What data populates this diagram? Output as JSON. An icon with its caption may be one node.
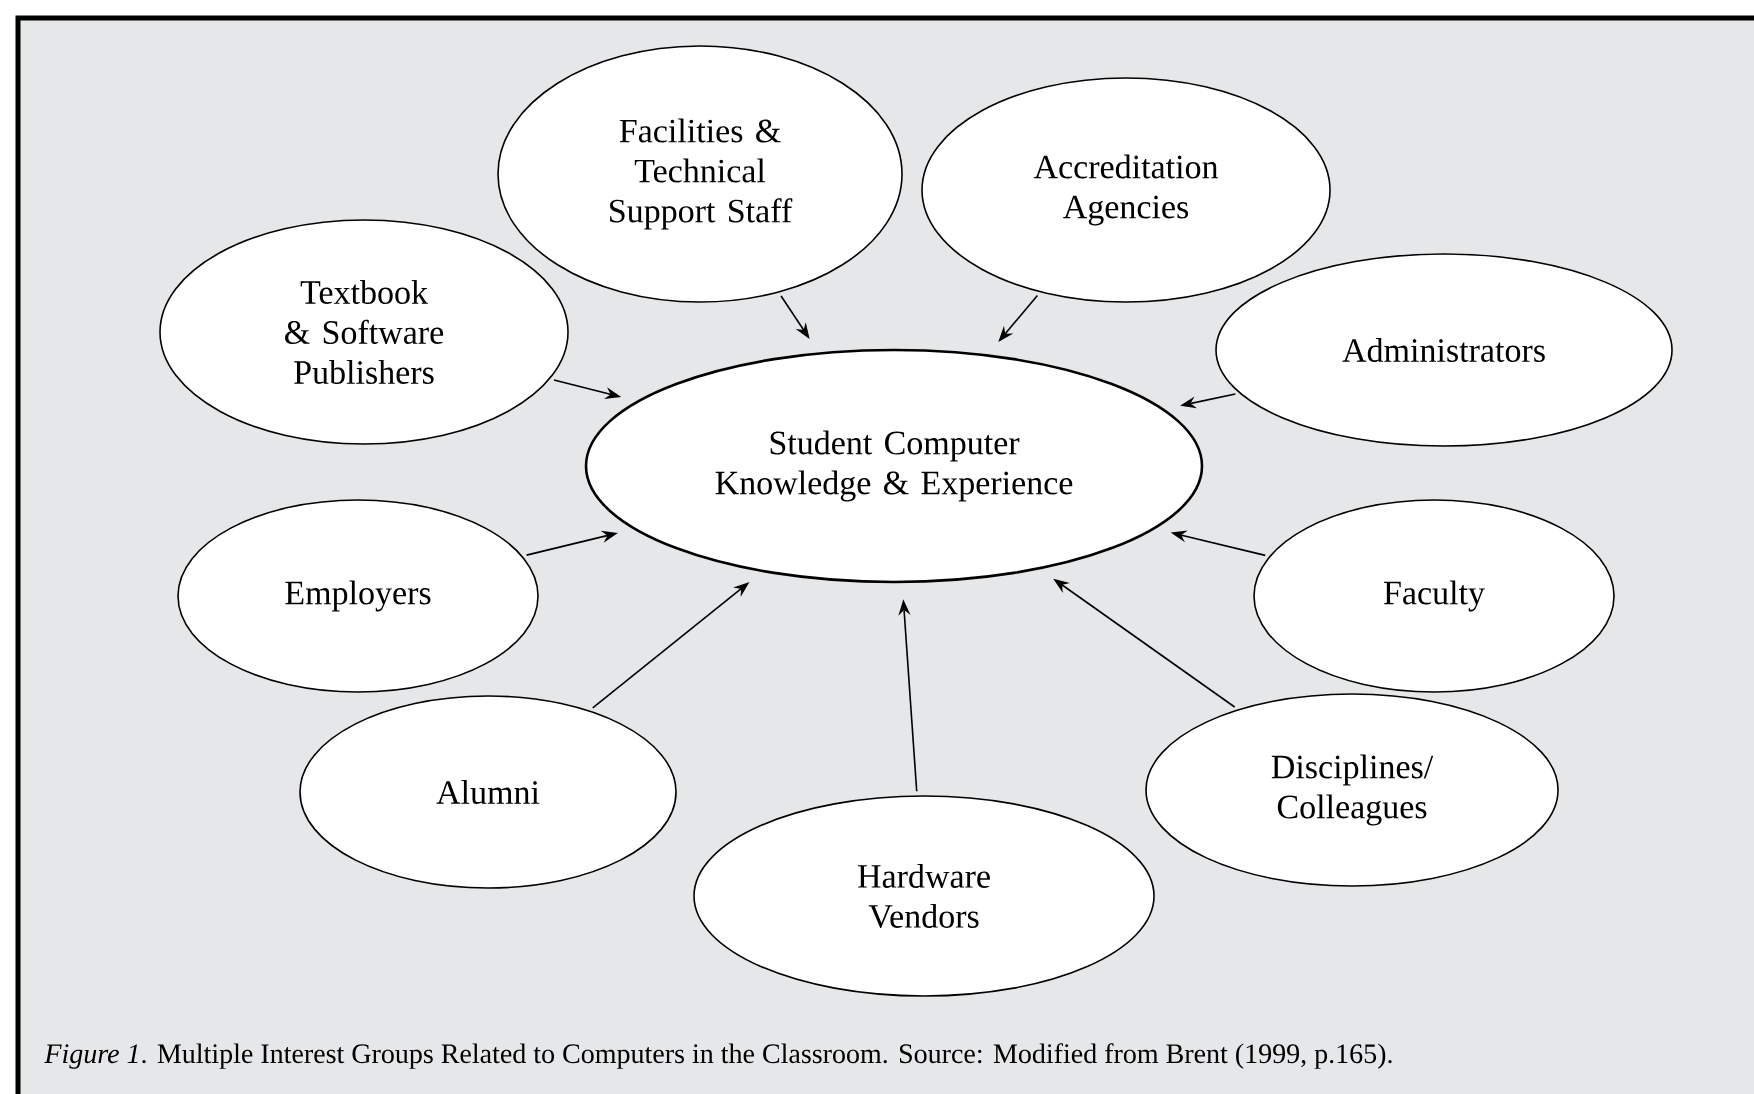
{
  "diagram": {
    "caption": "*Figure 1*.  Multiple Interest Groups Related to Computers in the Classroom.  Source:  Modified from Brent (1999, p.165).",
    "nodes": [
      {
        "text": [
          "Facilities & Technical Support Staff"
        ]
      },
      {
        "text": [
          "Accreditation Agencies"
        ]
      },
      {
        "text": [
          "Textbook & Software Publishers"
        ]
      },
      {
        "text": [
          "Administrators"
        ]
      },
      {
        "text": [
          "Student Computer Knowledge & Experience"
        ]
      },
      {
        "text": [
          "Employers"
        ]
      },
      {
        "text": [
          "Faculty"
        ]
      },
      {
        "text": [
          "Alumni"
        ]
      },
      {
        "text": [
          "Disciplines/ Colleagues"
        ]
      },
      {
        "text": [
          "Hardware Vendors"
        ]
      }
    ],
    "edges": [
      {
        "from": 0,
        "to": 4,
        "arrow": "to"
      },
      {
        "from": 1,
        "to": 4,
        "arrow": "to"
      },
      {
        "from": 2,
        "to": 4,
        "arrow": "to"
      },
      {
        "from": 3,
        "to": 4,
        "arrow": "to"
      },
      {
        "from": 5,
        "to": 4,
        "arrow": "to"
      },
      {
        "from": 6,
        "to": 4,
        "arrow": "to"
      },
      {
        "from": 7,
        "to": 4,
        "arrow": "to"
      },
      {
        "from": 8,
        "to": 4,
        "arrow": "to"
      },
      {
        "from": 9,
        "to": 4,
        "arrow": "to"
      }
    ]
  }
}
